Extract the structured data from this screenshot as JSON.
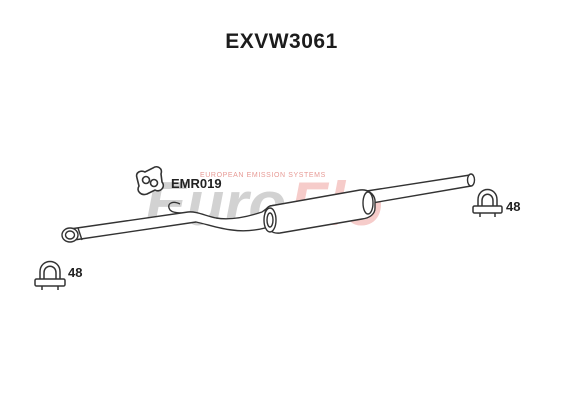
{
  "part_number": "EXVW3061",
  "parts": {
    "mount_code": "EMR019",
    "clamp_left_qty": "48",
    "clamp_right_qty": "48"
  },
  "watermark": {
    "brand_first": "Euro",
    "brand_second": "Flo",
    "tagline": "EUROPEAN EMISSION SYSTEMS",
    "color_first": "#b8b8b8",
    "color_second": "#f2b6b3"
  },
  "drawing": {
    "line_color": "#333333",
    "fill_color": "#ffffff"
  }
}
